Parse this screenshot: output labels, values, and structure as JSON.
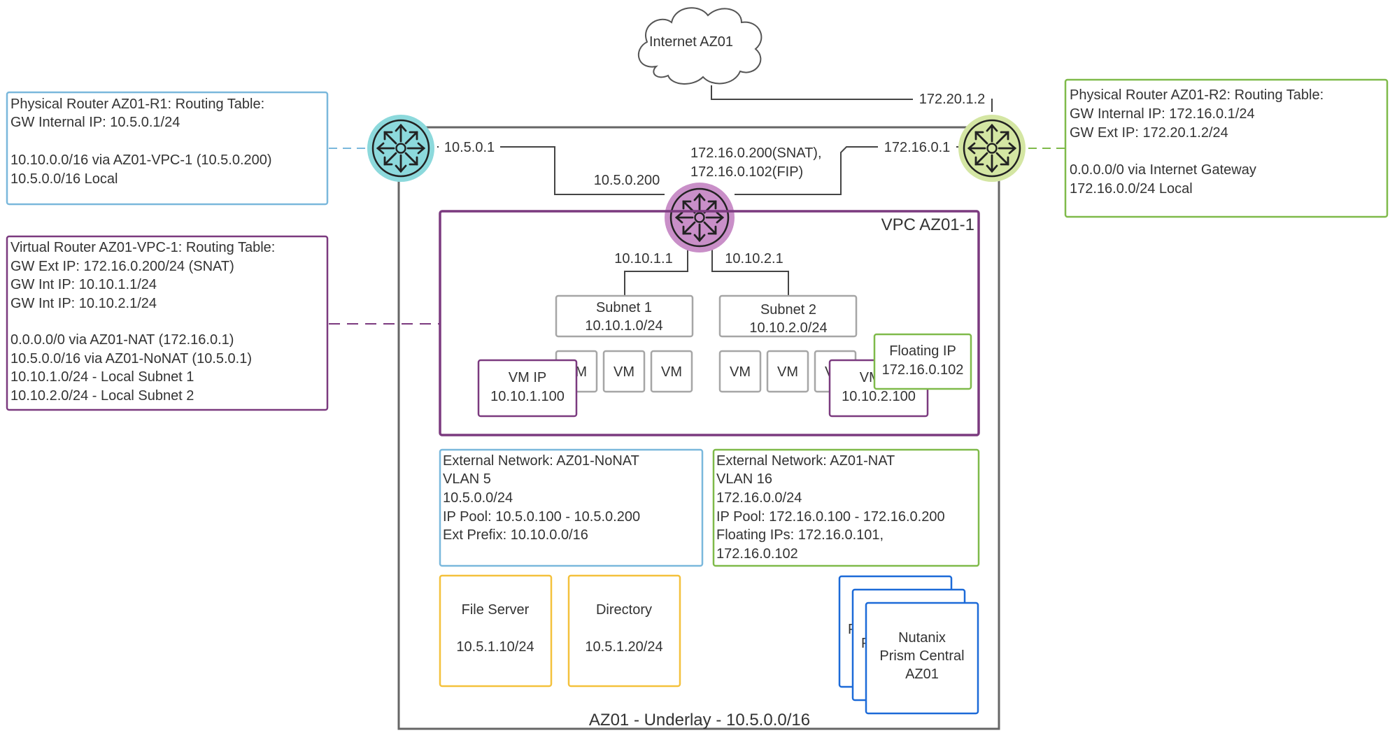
{
  "cloud": {
    "label": "Internet AZ01"
  },
  "router_r1_box": {
    "title": "Physical Router AZ01-R1: Routing Table:",
    "gw_internal": "GW Internal IP: 10.5.0.1/24",
    "route1": "10.10.0.0/16 via AZ01-VPC-1 (10.5.0.200)",
    "route2": "10.5.0.0/16 Local"
  },
  "router_r2_box": {
    "title": "Physical Router AZ01-R2: Routing Table:",
    "gw_internal": "GW Internal IP: 172.16.0.1/24",
    "gw_ext": "GW Ext IP: 172.20.1.2/24",
    "route1": "0.0.0.0/0 via Internet Gateway",
    "route2": "172.16.0.0/24 Local"
  },
  "vrouter_box": {
    "title": "Virtual Router AZ01-VPC-1: Routing Table:",
    "gw_ext": "GW Ext IP: 172.16.0.200/24 (SNAT)",
    "gw_int1": "GW Int IP: 10.10.1.1/24",
    "gw_int2": "GW Int IP: 10.10.2.1/24",
    "route1": "0.0.0.0/0 via AZ01-NAT (172.16.0.1)",
    "route2": "10.5.0.0/16 via AZ01-NoNAT (10.5.0.1)",
    "route3": "10.10.1.0/24 - Local Subnet 1",
    "route4": "10.10.2.0/24 - Local Subnet 2"
  },
  "links": {
    "r2_uplink": "172.20.1.2",
    "r1_port": "10.5.0.1",
    "r2_port": "172.16.0.1",
    "vpc_left": "10.5.0.200",
    "vpc_right_1": "172.16.0.200(SNAT),",
    "vpc_right_2": "172.16.0.102(FIP)",
    "subnet1_gw": "10.10.1.1",
    "subnet2_gw": "10.10.2.1"
  },
  "vpc": {
    "title": "VPC AZ01-1",
    "subnet1_name": "Subnet 1",
    "subnet1_cidr": "10.10.1.0/24",
    "subnet2_name": "Subnet 2",
    "subnet2_cidr": "10.10.2.0/24",
    "vm_label": "VM",
    "vm_ip_title": "VM IP",
    "vm_ip_left": "10.10.1.100",
    "vm_ip_right": "10.10.2.100",
    "floating_title": "Floating IP",
    "floating_ip": "172.16.0.102"
  },
  "ext_nonat": {
    "title": "External Network: AZ01-NoNAT",
    "vlan": "VLAN 5",
    "cidr": "10.5.0.0/24",
    "pool": "IP Pool: 10.5.0.100 - 10.5.0.200",
    "prefix": "Ext Prefix: 10.10.0.0/16"
  },
  "ext_nat": {
    "title": "External Network: AZ01-NAT",
    "vlan": "VLAN 16",
    "cidr": "172.16.0.0/24",
    "pool": "IP Pool: 172.16.0.100 - 172.16.0.200",
    "fips1": "Floating IPs: 172.16.0.101,",
    "fips2": "172.16.0.102"
  },
  "file_server": {
    "name": "File Server",
    "ip": "10.5.1.10/24"
  },
  "directory": {
    "name": "Directory",
    "ip": "10.5.1.20/24"
  },
  "prism": {
    "line1": "Nutanix",
    "line2": "Prism Central",
    "line3": "AZ01",
    "peek": "P"
  },
  "underlay": {
    "title": "AZ01 - Underlay - 10.5.0.0/16"
  },
  "colors": {
    "blue_light": "#7ab8dc",
    "green": "#7fba4a",
    "purple": "#7b3a7f",
    "gray": "#a6a6a6",
    "orange": "#f4c13c",
    "prism_blue": "#1c6ad8",
    "router_teal": "#8cd9dc",
    "router_green": "#d4e6a3",
    "router_purple": "#c98fc8"
  },
  "icons": [
    "router-icon",
    "cloud-icon"
  ]
}
